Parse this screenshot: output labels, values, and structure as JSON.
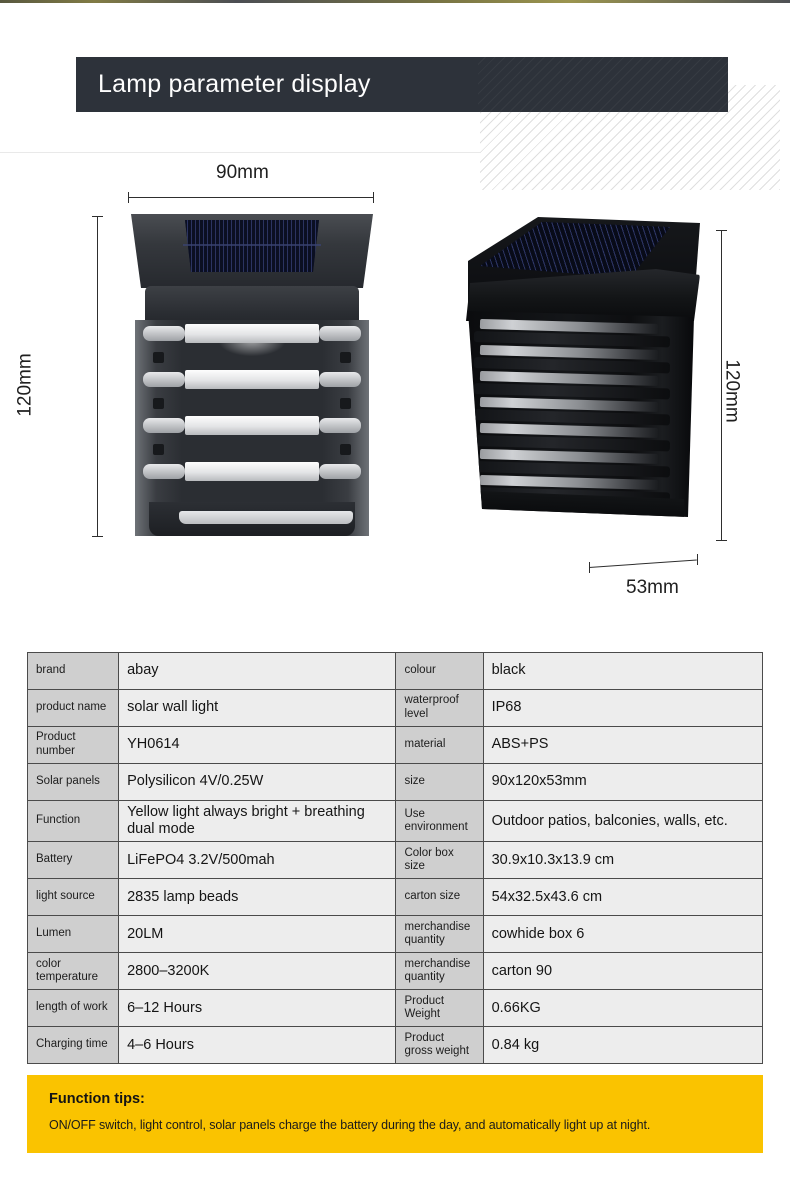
{
  "header": {
    "title": "Lamp parameter display"
  },
  "figure": {
    "dim_width_front": "90mm",
    "dim_height_front": "120mm",
    "dim_height_angle": "120mm",
    "dim_depth_angle": "53mm",
    "front_view_name": "solar-wall-lamp-front-view",
    "angle_view_name": "solar-wall-lamp-angled-view"
  },
  "spec_table": {
    "rows": [
      {
        "label_left": "brand",
        "value_left": "abay",
        "label_right": "colour",
        "value_right": "black"
      },
      {
        "label_left": "product name",
        "value_left": "solar wall light",
        "label_right": "waterproof level",
        "value_right": "IP68"
      },
      {
        "label_left": "Product number",
        "value_left": "YH0614",
        "label_right": "material",
        "value_right": "ABS+PS"
      },
      {
        "label_left": "Solar panels",
        "value_left": "Polysilicon 4V/0.25W",
        "label_right": "size",
        "value_right": "90x120x53mm"
      },
      {
        "label_left": "Function",
        "value_left": "Yellow light always bright + breathing dual mode",
        "label_right": "Use environment",
        "value_right": "Outdoor patios, balconies, walls, etc."
      },
      {
        "label_left": "Battery",
        "value_left": "LiFePO4 3.2V/500mah",
        "label_right": "Color box size",
        "value_right": "30.9x10.3x13.9 cm"
      },
      {
        "label_left": "light source",
        "value_left": "2835 lamp beads",
        "label_right": "carton size",
        "value_right": "54x32.5x43.6 cm"
      },
      {
        "label_left": "Lumen",
        "value_left": "20LM",
        "label_right": "merchandise quantity",
        "value_right": "cowhide box 6"
      },
      {
        "label_left": "color temperature",
        "value_left": "2800–3200K",
        "label_right": "merchandise quantity",
        "value_right": "carton 90"
      },
      {
        "label_left": "length of work",
        "value_left": "6–12 Hours",
        "label_right": "Product Weight",
        "value_right": "0.66KG"
      },
      {
        "label_left": "Charging time",
        "value_left": "4–6 Hours",
        "label_right": "Product gross weight",
        "value_right": "0.84 kg"
      }
    ]
  },
  "tips": {
    "title": "Function tips:",
    "text": "ON/OFF switch, light control, solar panels charge the battery during the day, and automatically light up at night."
  },
  "colors": {
    "header_bar": "#2d323a",
    "table_label": "#cfcfcf",
    "table_value": "#ededed",
    "tips_background": "#fac300"
  }
}
